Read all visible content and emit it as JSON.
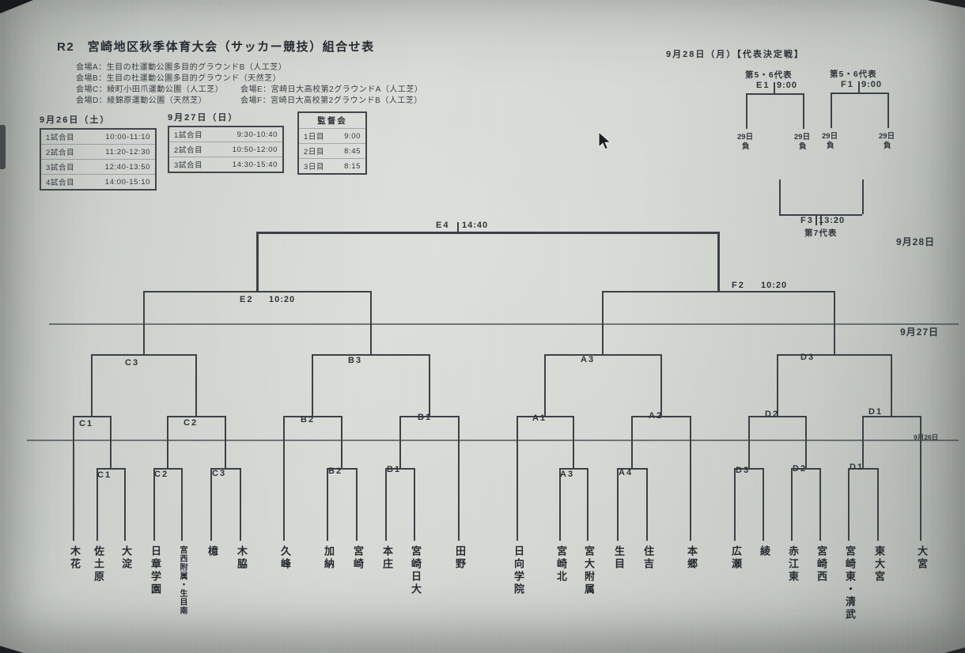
{
  "title": "R2　宮崎地区秋季体育大会（サッカー競技）組合せ表",
  "venues": {
    "a": "会場A：生目の杜運動公園多目的グラウンドB（人工芝）",
    "b": "会場B：生目の杜運動公園多目的グラウンド（天然芝）",
    "c": "会場C：綾町小田爪運動公園（人工芝）",
    "d": "会場D：綾錦原運動公園（天然芝）",
    "e": "会場E：宮崎日大高校第2グラウンドA（人工芝）",
    "f": "会場F：宮崎日大高校第2グラウンドB（人工芝）"
  },
  "schedule_sat": {
    "header": "9月26日（土）",
    "rows": [
      {
        "label": "1試合目",
        "time": "10:00-11:10"
      },
      {
        "label": "2試合目",
        "time": "11:20-12:30"
      },
      {
        "label": "3試合目",
        "time": "12:40-13:50"
      },
      {
        "label": "4試合目",
        "time": "14:00-15:10"
      }
    ]
  },
  "schedule_sun": {
    "header": "9月27日（日）",
    "rows": [
      {
        "label": "1試合目",
        "time": "9:30-10:40"
      },
      {
        "label": "2試合目",
        "time": "10:50-12:00"
      },
      {
        "label": "3試合目",
        "time": "14:30-15:40"
      }
    ]
  },
  "meeting": {
    "title": "監督会",
    "rows": [
      {
        "label": "1日目",
        "time": "9:00"
      },
      {
        "label": "2日目",
        "time": "8:45"
      },
      {
        "label": "3日目",
        "time": "8:15"
      }
    ]
  },
  "rep": {
    "header": "9月28日（月）【代表決定戦】",
    "left": {
      "title": "第5・6代表",
      "code": "E1",
      "time": "9:00",
      "slots": [
        {
          "day": "29日",
          "result": "負"
        },
        {
          "day": "29日",
          "result": "負"
        }
      ]
    },
    "right": {
      "title": "第5・6代表",
      "code": "F1",
      "time": "9:00",
      "slots": [
        {
          "day": "29日",
          "result": "負"
        },
        {
          "day": "29日",
          "result": "負"
        }
      ]
    },
    "third_place": {
      "code": "F3",
      "time": "13:20",
      "title": "第7代表"
    }
  },
  "date_labels": {
    "sep28": "9月28日",
    "sep27": "9月27日",
    "sep26": "9月26日"
  },
  "final": {
    "code": "E4",
    "time": "14:40"
  },
  "semis": [
    {
      "code": "E2",
      "time": "10:20"
    },
    {
      "code": "F2",
      "time": "10:20"
    }
  ],
  "qf": [
    "C3",
    "B3",
    "A3",
    "D3"
  ],
  "r2": [
    "C1",
    "C2",
    "B2",
    "B1",
    "A1",
    "A2",
    "D2",
    "D1"
  ],
  "r1": [
    "C1",
    "C2",
    "C3",
    "B2",
    "B1",
    "A3",
    "A4",
    "D3",
    "D2",
    "D1"
  ],
  "teams": [
    "木花",
    "佐土原",
    "大淀",
    "日章学園",
    "宮西附属・生目南",
    "檍",
    "木脇",
    "久峰",
    "加納",
    "宮崎",
    "本庄",
    "宮崎日大",
    "田野",
    "日向学院",
    "宮崎北",
    "宮大附属",
    "生目",
    "住吉",
    "本郷",
    "広瀬",
    "綾",
    "赤江東",
    "宮崎西",
    "宮崎東・清武",
    "東大宮",
    "大宮"
  ]
}
